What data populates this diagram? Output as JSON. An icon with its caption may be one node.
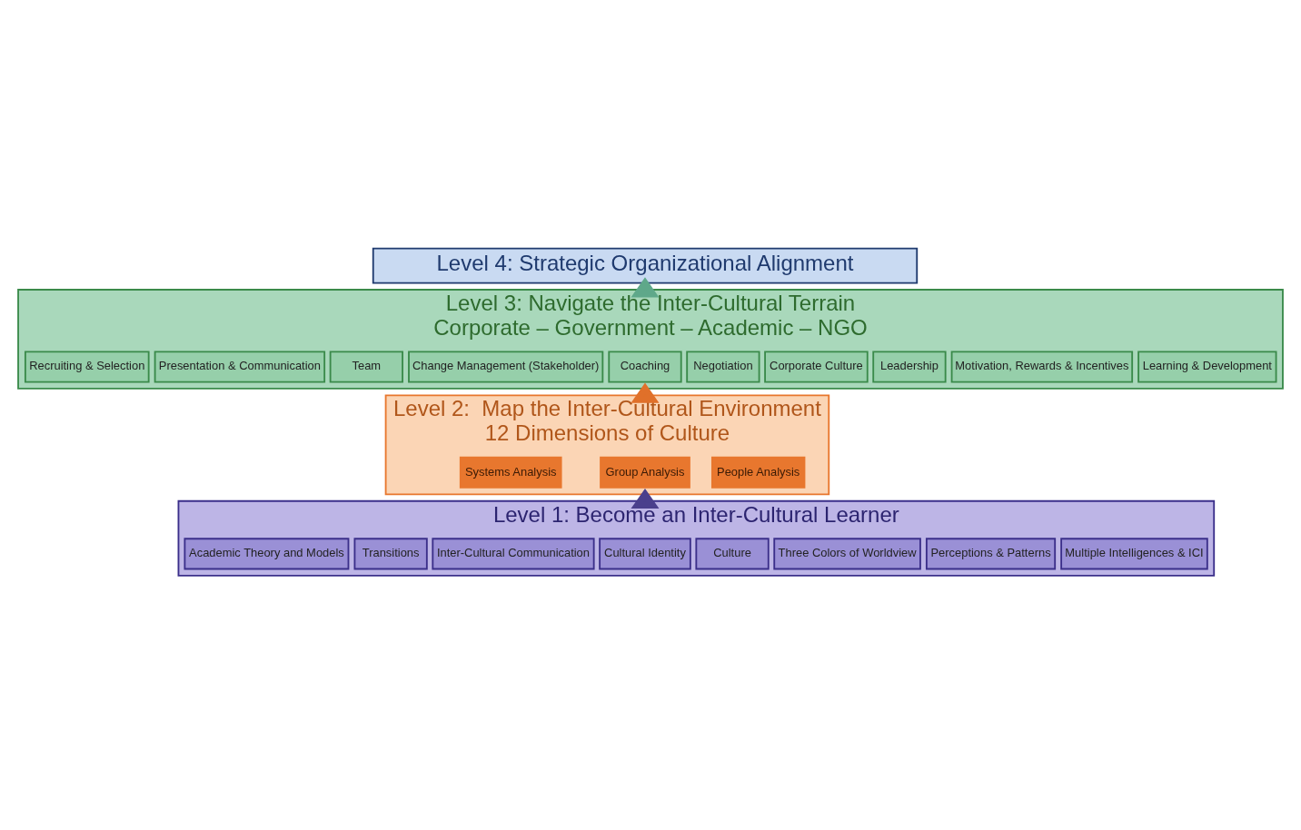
{
  "diagram": {
    "nodes": [
      {
        "text": [
          "Level 4: Strategic Organizational Alignment"
        ]
      },
      {
        "text": [
          "Level 3: Navigate the Inter-Cultural Terrain",
          "Corporate – Government – Academic – NGO"
        ]
      },
      {
        "text": [
          "Learning & Development"
        ],
        "in": 1
      },
      {
        "text": [
          "Motivation, Rewards & Incentives"
        ],
        "in": 1
      },
      {
        "text": [
          "Leadership"
        ],
        "in": 1
      },
      {
        "text": [
          "Corporate Culture"
        ],
        "in": 1
      },
      {
        "text": [
          "Negotiation"
        ],
        "in": 1
      },
      {
        "text": [
          "Coaching"
        ],
        "in": 1
      },
      {
        "text": [
          "Change Management (Stakeholder)"
        ],
        "in": 1
      },
      {
        "text": [
          "Team"
        ],
        "in": 1
      },
      {
        "text": [
          "Presentation & Communication"
        ],
        "in": 1
      },
      {
        "text": [
          "Recruiting & Selection"
        ],
        "in": 1
      },
      {
        "text": [
          "Level 2:  Map the Inter-Cultural Environment",
          "12 Dimensions of Culture"
        ]
      },
      {
        "text": [
          "People Analysis"
        ],
        "in": 12
      },
      {
        "text": [
          "Group Analysis"
        ],
        "in": 12
      },
      {
        "text": [
          "Systems Analysis"
        ],
        "in": 12
      },
      {
        "text": [
          "Level 1: Become an Inter-Cultural Learner"
        ]
      },
      {
        "text": [
          "Multiple Intelligences & ICI"
        ],
        "in": 16
      },
      {
        "text": [
          "Perceptions & Patterns"
        ],
        "in": 16
      },
      {
        "text": [
          "Three Colors of Worldview"
        ],
        "in": 16
      },
      {
        "text": [
          "Culture"
        ],
        "in": 16
      },
      {
        "text": [
          "Cultural Identity"
        ],
        "in": 16
      },
      {
        "text": [
          "Inter-Cultural Communication"
        ],
        "in": 16
      },
      {
        "text": [
          "Transitions"
        ],
        "in": 16
      },
      {
        "text": [
          "Academic Theory and Models"
        ],
        "in": 16
      }
    ],
    "edges": [
      {
        "from": 16,
        "to": 12,
        "arrow": "to",
        "style": "thick",
        "color": "#4a3f8c"
      },
      {
        "from": 12,
        "to": 1,
        "arrow": "to",
        "style": "thick",
        "color": "#e0702a"
      },
      {
        "from": 1,
        "to": 0,
        "arrow": "to",
        "style": "thick",
        "color": "#5fa88a"
      }
    ]
  }
}
